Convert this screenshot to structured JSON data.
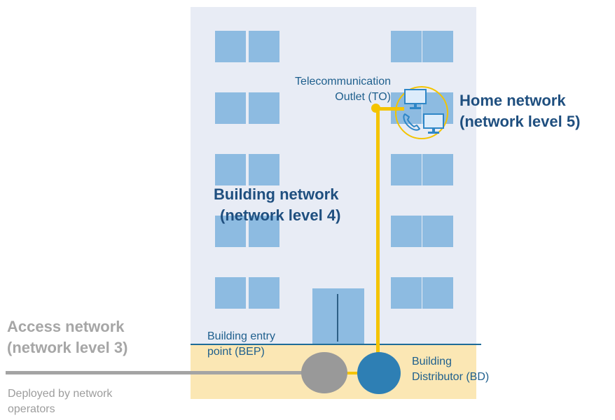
{
  "labels": {
    "telecommunication_outlet": [
      "Telecommunication",
      "Outlet (TO)"
    ],
    "home_network": [
      "Home network",
      "(network level 5)"
    ],
    "building_network": [
      "Building network",
      "(network level 4)"
    ],
    "access_network": [
      "Access network",
      "(network level 3)"
    ],
    "building_entry_point": [
      "Building entry",
      "point (BEP)"
    ],
    "building_distributor": [
      "Building",
      "Distributor (BD)"
    ],
    "deployed_by": [
      "Deployed by network",
      "operators"
    ]
  },
  "icons": {
    "home_devices": "computer-phone-devices"
  },
  "colors": {
    "building": "#e8ecf5",
    "windows": "#8dbbe1",
    "basement": "#fbe7b4",
    "ground_line": "#1f6c98",
    "fiber": "#f4c400",
    "access_cable": "#a4a4a4",
    "bep_node": "#999999",
    "bd_node": "#2e7fb4",
    "label_blue": "#1e5f8d",
    "label_strong_blue": "#1f4f7f",
    "label_grey": "#a6a6a6"
  }
}
